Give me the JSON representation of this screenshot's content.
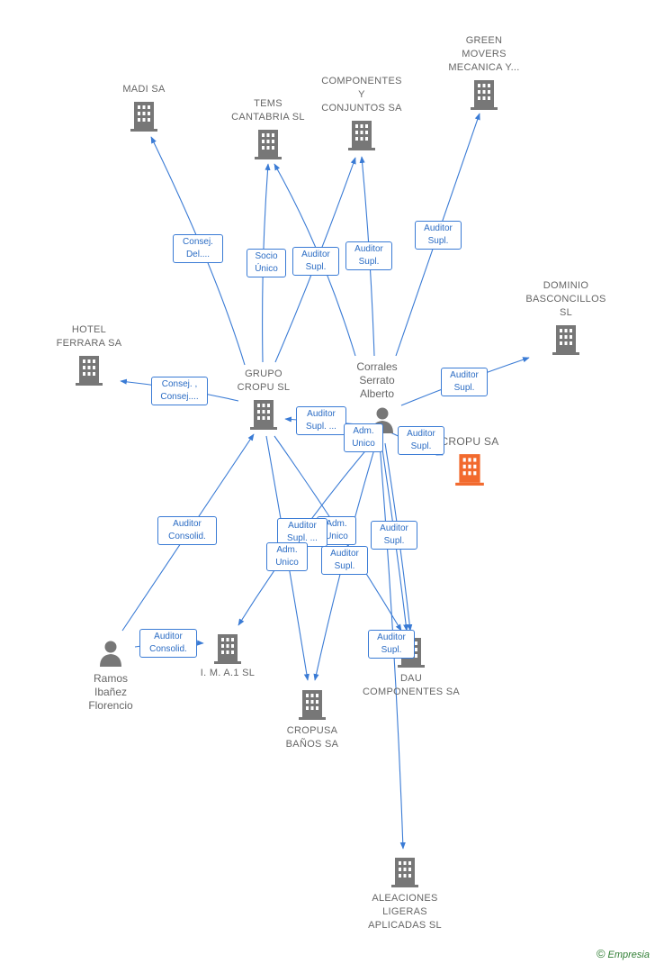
{
  "colors": {
    "edge": "#3a7bd5",
    "building": "#777777",
    "building_focus": "#f26a2e",
    "person": "#777777"
  },
  "nodes": {
    "madi": "MADI SA",
    "tems": "TEMS\nCANTABRIA SL",
    "componentes": "COMPONENTES\nY\nCONJUNTOS SA",
    "green": "GREEN\nMOVERS\nMECANICA Y...",
    "dominio": "DOMINIO\nBASCONCILLOS\nSL",
    "hotel": "HOTEL\nFERRARA SA",
    "grupo": "GRUPO\nCROPU SL",
    "corrales": "Corrales\nSerrato\nAlberto",
    "cropu": "CROPU SA",
    "ramos": "Ramos\nIbañez\nFlorencio",
    "ima": "I. M. A.1 SL",
    "cropusa": "CROPUSA\nBAÑOS SA",
    "dau": "DAU\nCOMPONENTES SA",
    "aleaciones": "ALEACIONES\nLIGERAS\nAPLICADAS SL"
  },
  "badges": {
    "consej_del": "Consej.\nDel....",
    "socio_unico": "Socio\nÚnico",
    "auditor_supl_tems": "Auditor\nSupl.",
    "auditor_supl_comp": "Auditor\nSupl.",
    "auditor_supl_green": "Auditor\nSupl.",
    "auditor_supl_dominio": "Auditor\nSupl.",
    "consej_hotel": "Consej. ,\nConsej....",
    "auditor_supl_grupo": "Auditor\nSupl. ...",
    "adm_unico_cropu": "Adm.\nUnico",
    "auditor_supl_cropu": "Auditor\nSupl.",
    "auditor_consolid_grupo": "Auditor\nConsolid.",
    "auditor_supl_cropusa": "Auditor\nSupl. ...",
    "adm_unico_cropusa": "Adm.\nUnico",
    "adm_unico_ima": "Adm.\nUnico",
    "auditor_supl_mid": "Auditor\nSupl.",
    "auditor_supl_dau": "Auditor\nSupl.",
    "auditor_consolid_ima": "Auditor\nConsolid.",
    "auditor_supl_alea": "Auditor\nSupl."
  },
  "brand": {
    "symbol": "©",
    "name": "Empresia"
  }
}
